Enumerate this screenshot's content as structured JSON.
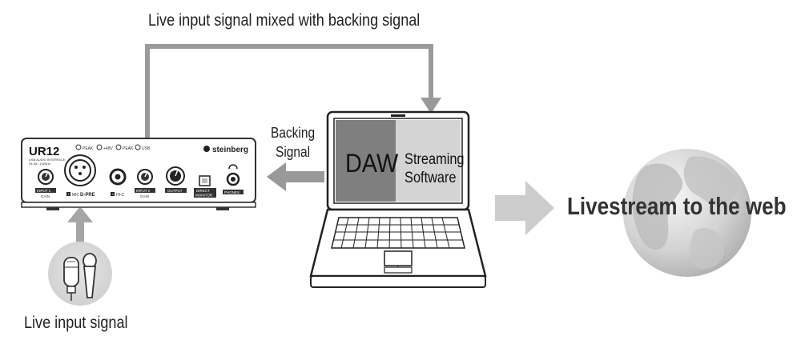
{
  "labels": {
    "top_signal": "Live input signal mixed with backing signal",
    "backing_line1": "Backing",
    "backing_line2": "Signal",
    "live_input": "Live input signal",
    "livestream": "Livestream to the web"
  },
  "laptop_screen": {
    "left_label": "DAW",
    "right_line1": "Streaming",
    "right_line2": "Software"
  },
  "interface": {
    "brand": "UR12",
    "sub1": "USB AUDIO INTERFACE",
    "sub2": "24-bit / 192kHz",
    "logo": "steinberg",
    "peak1": "PEAK",
    "p48": "+48V",
    "peak2": "PEAK",
    "usb": "USB",
    "input1_gain": "INPUT 1",
    "gain1": "GAIN",
    "mic": "MIC",
    "dpre": "D-PRE",
    "hiz": "HI-Z",
    "input2_gain": "INPUT 2",
    "gain2": "GAIN",
    "output": "OUTPUT",
    "direct": "DIRECT",
    "monitor": "MONITOR",
    "phones": "PHONES",
    "ch1": "1",
    "ch2": "2"
  },
  "icons": [
    "microphone-icon",
    "globe-icon",
    "laptop-icon",
    "arrow-icon"
  ],
  "colors": {
    "arrow_gray": "#999999",
    "arrow_light": "#cccccc",
    "daw_panel": "#7f7f7f",
    "streaming_panel": "#d4d4d4"
  }
}
